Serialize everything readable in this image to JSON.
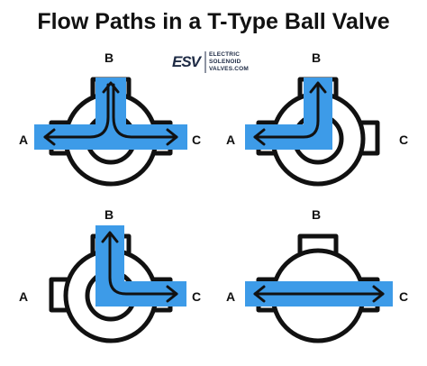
{
  "title": "Flow Paths in a T-Type Ball Valve",
  "logo": {
    "mark": "ESV",
    "lines": [
      "ELECTRIC",
      "SOLENOID",
      "VALVES.COM"
    ]
  },
  "colors": {
    "flow": "#3d9be8",
    "outline": "#111111",
    "background": "#ffffff"
  },
  "valves": [
    {
      "port_b": "B",
      "port_a": "A",
      "port_c": "C",
      "flow": "A-B-C",
      "arrows": [
        "A",
        "B",
        "C"
      ]
    },
    {
      "port_b": "B",
      "port_a": "A",
      "port_c": "C",
      "flow": "A-B",
      "arrows": [
        "A",
        "B"
      ]
    },
    {
      "port_b": "B",
      "port_a": "A",
      "port_c": "C",
      "flow": "B-C",
      "arrows": [
        "B",
        "C"
      ]
    },
    {
      "port_b": "B",
      "port_a": "A",
      "port_c": "C",
      "flow": "A-C",
      "arrows": [
        "A",
        "C"
      ]
    }
  ]
}
